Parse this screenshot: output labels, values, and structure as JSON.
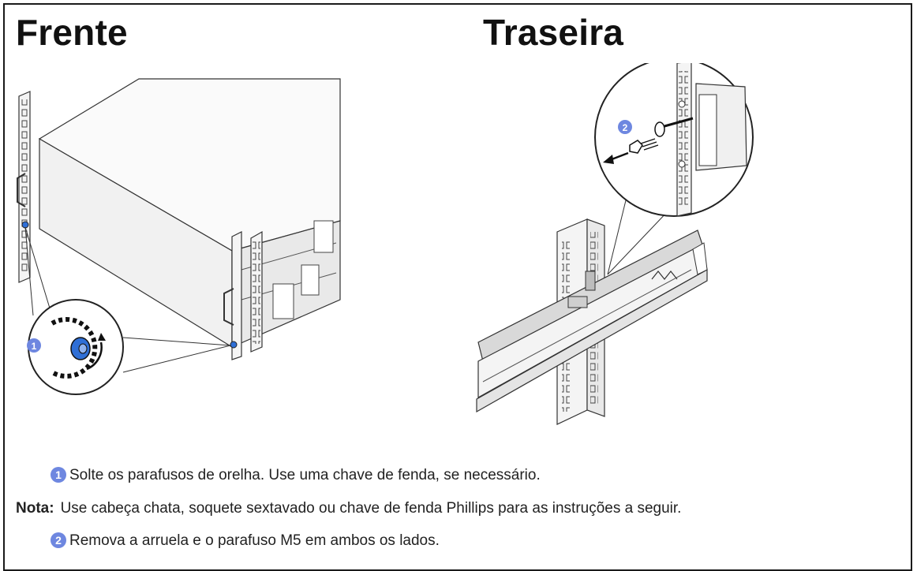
{
  "headings": {
    "front": "Frente",
    "rear": "Traseira"
  },
  "callouts": {
    "one": "1",
    "two": "2"
  },
  "steps": {
    "step1": {
      "number": "1",
      "text": "Solte os parafusos de orelha. Use uma chave de fenda, se necessário."
    },
    "note": {
      "label": "Nota:",
      "text": "Use cabeça chata, soquete sextavado ou chave de fenda Phillips para as instruções a seguir."
    },
    "step2": {
      "number": "2",
      "text": "Remova a arruela e o parafuso M5 em ambos os lados."
    }
  },
  "colors": {
    "callout": "#6e87e0",
    "screw": "#2f6fd6",
    "line": "#333333",
    "fill_light": "#f2f2f2",
    "fill_mid": "#dcdcdc"
  }
}
